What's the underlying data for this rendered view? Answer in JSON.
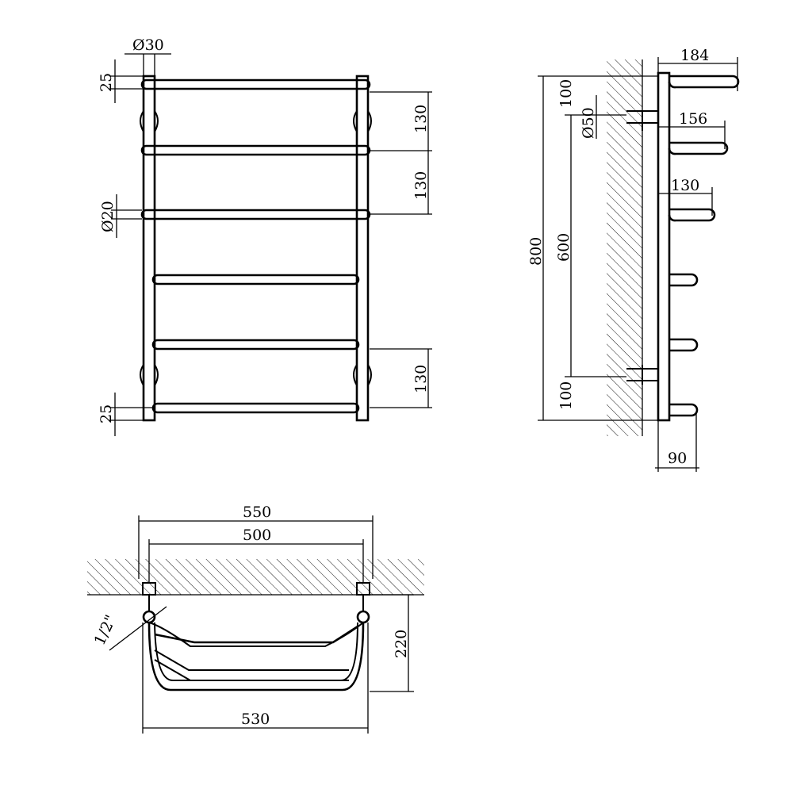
{
  "front_view": {
    "pipe_diameter": "Ø30",
    "rail_diameter": "Ø20",
    "top_offset": "25",
    "bottom_offset": "25",
    "spacing_top_1": "130",
    "spacing_top_2": "130",
    "spacing_bottom": "130",
    "rail_count": 6
  },
  "side_view": {
    "total_height": "800",
    "connection_distance": "600",
    "top_gap": "100",
    "bottom_gap": "100",
    "connection_diameter": "Ø50",
    "shelf_depth_1": "184",
    "shelf_depth_2": "156",
    "shelf_depth_3": "130",
    "wall_offset": "90"
  },
  "top_view": {
    "overall_width": "550",
    "axis_distance": "500",
    "outer_width": "530",
    "depth": "220",
    "thread": "1/2\""
  }
}
